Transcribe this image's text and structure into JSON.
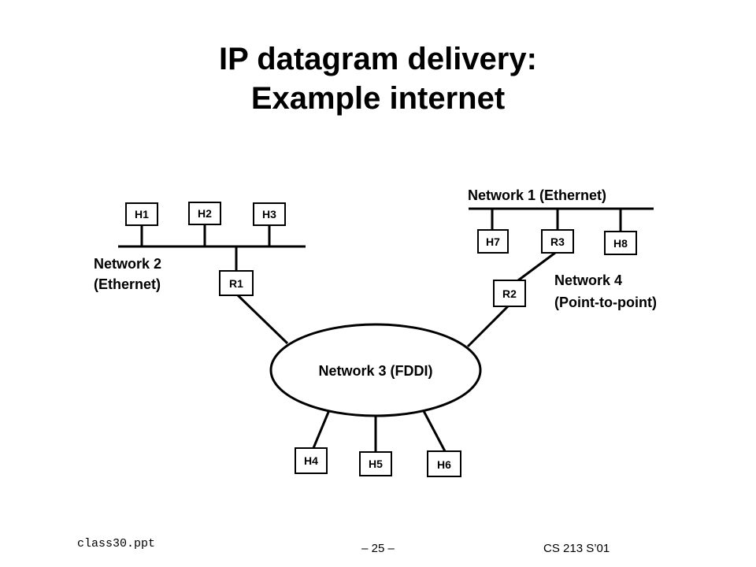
{
  "slide": {
    "title_line1": "IP datagram delivery:",
    "title_line2": "Example internet",
    "footer_file": "class30.ppt",
    "footer_page": "– 25 –",
    "footer_course": "CS 213 S’01"
  },
  "diagram": {
    "networks": {
      "net1": "Network 1 (Ethernet)",
      "net2_line1": "Network 2",
      "net2_line2": "(Ethernet)",
      "net3": "Network 3 (FDDI)",
      "net4_line1": "Network 4",
      "net4_line2": "(Point-to-point)"
    },
    "nodes": {
      "h1": "H1",
      "h2": "H2",
      "h3": "H3",
      "h4": "H4",
      "h5": "H5",
      "h6": "H6",
      "h7": "H7",
      "h8": "H8",
      "r1": "R1",
      "r2": "R2",
      "r3": "R3"
    }
  }
}
